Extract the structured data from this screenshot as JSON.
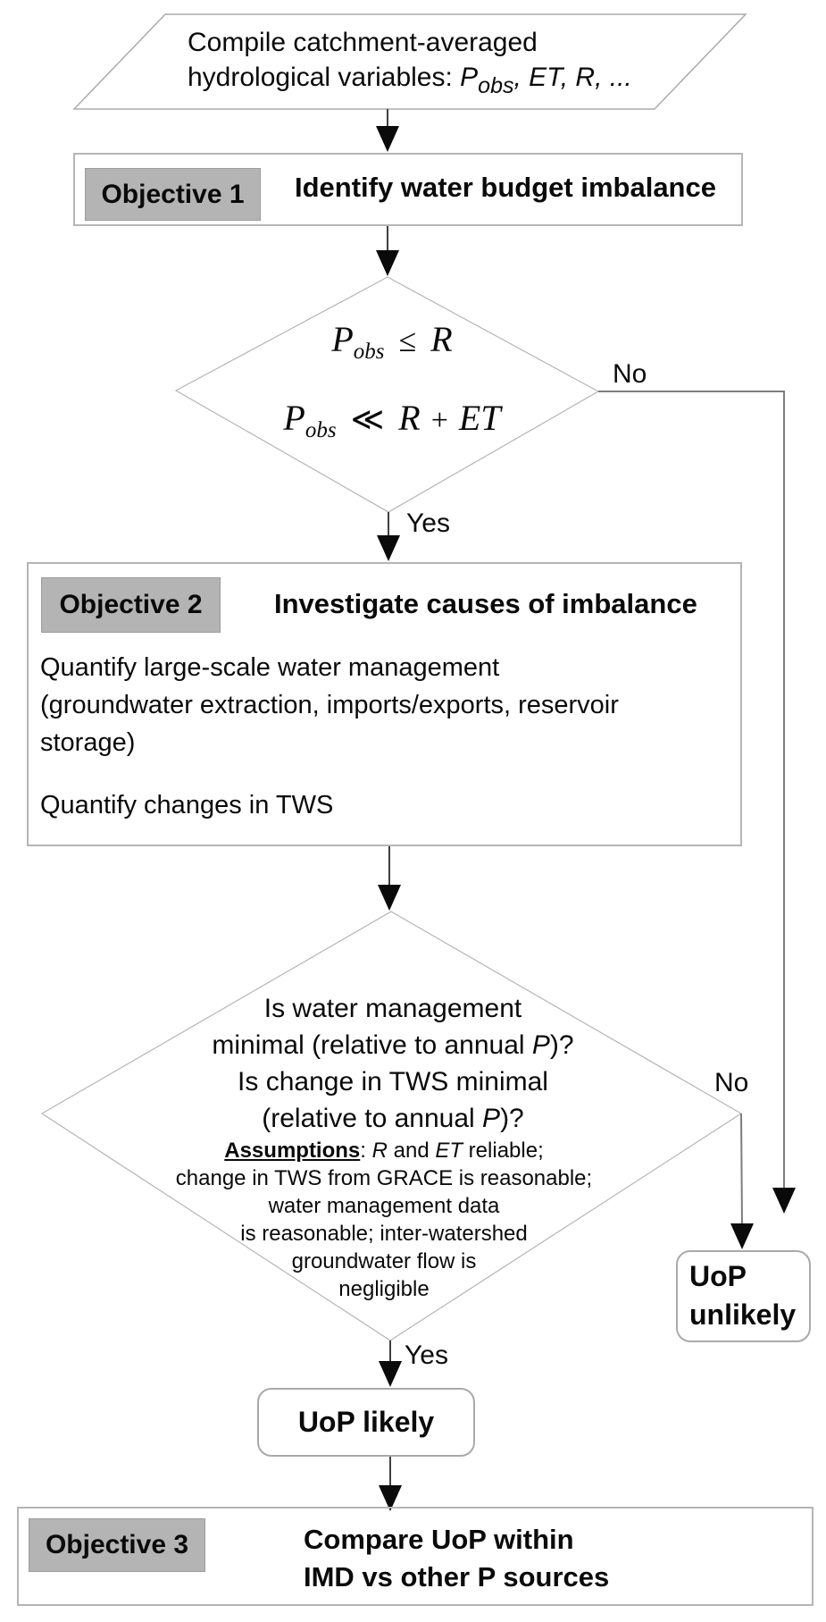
{
  "colors": {
    "badge_background": "#b4b4b4",
    "badge_border": "#9c9c9c",
    "shape_border": "#b5b5b5",
    "flow_line": "#3f3f3f",
    "branch_line": "#7d7d7d",
    "arrowhead": "#0a0a0a",
    "text": "#0a0a0a"
  },
  "start": {
    "line1": "Compile catchment-averaged",
    "line2_prefix": "hydrological variables: ",
    "var_p": "P",
    "var_p_sub": "obs",
    "line2_suffix": ", ET, R, ..."
  },
  "objective1": {
    "badge": "Objective 1",
    "title": "Identify water budget imbalance"
  },
  "decision1": {
    "line1": {
      "p": "P",
      "sub": "obs",
      "op": "≤",
      "rhs": "R"
    },
    "line2": {
      "p": "P",
      "sub": "obs",
      "op": "≪",
      "rhs1": "R",
      "plus": "+",
      "rhs2": "ET"
    },
    "yes": "Yes",
    "no": "No"
  },
  "objective2": {
    "badge": "Objective 2",
    "title": "Investigate causes of imbalance",
    "body1_line1": "Quantify large-scale water management",
    "body1_line2": "(groundwater extraction, imports/exports, reservoir",
    "body1_line3": "storage)",
    "body2": "Quantify changes in TWS"
  },
  "decision2": {
    "q1": "Is water management",
    "q2_pre": "minimal (relative to annual ",
    "q2_var": "P",
    "q2_post": ")?",
    "q3": "Is change in TWS minimal",
    "q4_pre": "(relative to annual ",
    "q4_var": "P",
    "q4_post": ")?",
    "assumptions_label": "Assumptions",
    "a1_colon": ": ",
    "a1_var1": "R",
    "a1_mid": " and ",
    "a1_var2": "ET",
    "a1_post": " reliable;",
    "a2": "change in TWS from GRACE is reasonable;",
    "a3": "water management data",
    "a4": "is reasonable; inter-watershed",
    "a5": "groundwater flow is",
    "a6": "negligible",
    "yes": "Yes",
    "no": "No"
  },
  "outcome_unlikely": {
    "line1": "UoP",
    "line2": "unlikely"
  },
  "outcome_likely": {
    "label": "UoP likely"
  },
  "objective3": {
    "badge": "Objective 3",
    "title_line1": "Compare UoP within",
    "title_line2": "IMD vs other P sources"
  }
}
